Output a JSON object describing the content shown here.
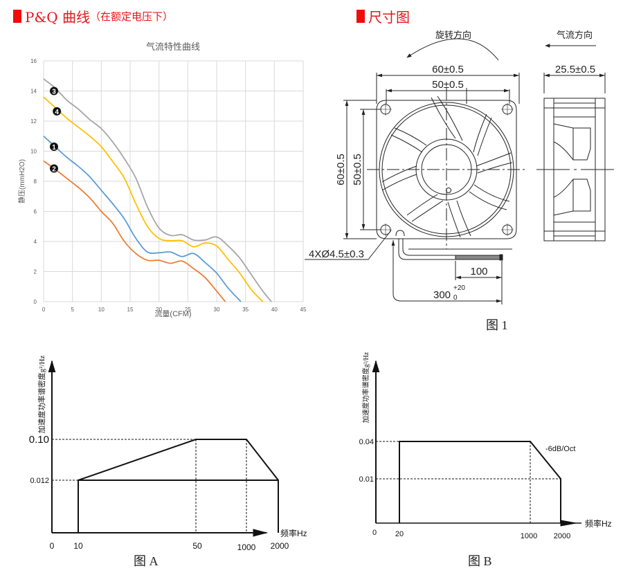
{
  "sections": {
    "pq": {
      "title": "P&Q 曲线",
      "subtitle": "（在额定电压下）"
    },
    "dimensions": {
      "title": "尺寸图"
    }
  },
  "colors": {
    "accent_red": "#f20b0b",
    "grid": "#d9d9d9",
    "line": "#222222"
  },
  "chart_data": [
    {
      "type": "line",
      "title": "气流特性曲线",
      "xlabel": "流量(CFM)",
      "ylabel": "静压(mmH2O)",
      "xlim": [
        0,
        45
      ],
      "ylim": [
        0,
        16
      ],
      "xticks": [
        0,
        5,
        10,
        15,
        20,
        25,
        30,
        35,
        40,
        45
      ],
      "yticks": [
        0,
        2,
        4,
        6,
        8,
        10,
        12,
        14,
        16
      ],
      "grid": true,
      "legend": "inline-markers",
      "series": [
        {
          "name": "1",
          "marker": "❶",
          "color": "#5b9bd5",
          "x": [
            0,
            2,
            4,
            6,
            8,
            10,
            12,
            14,
            16,
            18,
            20,
            22,
            24,
            26,
            28,
            30,
            32,
            34.2
          ],
          "y": [
            11.0,
            10.3,
            9.6,
            9.0,
            8.3,
            7.4,
            6.5,
            5.5,
            4.2,
            3.3,
            3.25,
            3.3,
            3.0,
            3.2,
            2.6,
            1.9,
            0.9,
            0
          ]
        },
        {
          "name": "2",
          "marker": "❷",
          "color": "#ed7d31",
          "x": [
            0,
            2,
            4,
            6,
            8,
            10,
            12,
            14,
            16,
            18,
            20,
            22,
            24,
            26,
            28,
            30,
            31.5
          ],
          "y": [
            9.35,
            8.8,
            8.2,
            7.6,
            6.9,
            6.0,
            5.2,
            4.0,
            3.2,
            2.75,
            2.75,
            2.55,
            2.7,
            2.2,
            1.6,
            0.7,
            0
          ]
        },
        {
          "name": "3",
          "marker": "❸",
          "color": "#a5a5a5",
          "x": [
            0,
            2,
            4,
            6,
            8,
            10,
            12,
            14,
            16,
            18,
            20,
            22,
            24,
            26,
            28,
            30,
            32,
            34,
            36,
            38,
            39.5
          ],
          "y": [
            14.8,
            14.2,
            13.4,
            12.8,
            12.1,
            11.5,
            10.6,
            9.5,
            8.2,
            6.3,
            4.9,
            4.4,
            4.45,
            4.1,
            4.1,
            4.3,
            3.7,
            2.9,
            1.8,
            0.7,
            0
          ]
        },
        {
          "name": "4",
          "marker": "❹",
          "color": "#ffc000",
          "x": [
            0,
            2,
            4,
            6,
            8,
            10,
            12,
            14,
            16,
            18,
            20,
            22,
            24,
            26,
            28,
            30,
            32,
            34,
            36,
            38
          ],
          "y": [
            13.6,
            12.9,
            12.2,
            11.6,
            11.0,
            10.3,
            9.3,
            8.2,
            6.5,
            5.0,
            4.2,
            4.05,
            4.05,
            3.65,
            3.9,
            3.7,
            2.8,
            1.9,
            0.8,
            0
          ]
        }
      ]
    },
    {
      "type": "line",
      "title": "图 A",
      "xlabel": "频率Hz",
      "ylabel": "加速度功率谱密度g²/Hz",
      "x_tick_labels": [
        "0",
        "10",
        "50",
        "1000",
        "2000"
      ],
      "y_tick_labels": [
        "0.10",
        "0.012"
      ],
      "series": [
        {
          "name": "profile",
          "x": [
            10,
            10,
            50,
            1000,
            2000,
            2000,
            10
          ],
          "y": [
            0,
            0.012,
            0.1,
            0.1,
            0.012,
            0,
            0
          ]
        }
      ],
      "baseline_y": 0.012
    },
    {
      "type": "line",
      "title": "图 B",
      "xlabel": "频率Hz",
      "ylabel": "加速度功率谱密度g²/Hz",
      "x_tick_labels": [
        "0",
        "20",
        "1000",
        "2000"
      ],
      "y_tick_labels": [
        "0.04",
        "0.01"
      ],
      "annotations": [
        "-6dB/Oct"
      ],
      "series": [
        {
          "name": "profile",
          "x": [
            20,
            20,
            1000,
            2000,
            2000
          ],
          "y": [
            0,
            0.04,
            0.04,
            0.01,
            0
          ]
        }
      ]
    }
  ],
  "dimension_drawing": {
    "rotation_label": "旋转方向",
    "airflow_label": "气流方向",
    "outer_width": "60±0.5",
    "hole_spacing": "50±0.5",
    "outer_height": "60±0.5",
    "hole_spacing_v": "50±0.5",
    "depth": "25.5±0.5",
    "holes": "4XØ4.5±0.3",
    "strip_length": "100",
    "lead_length": "300",
    "lead_tol_upper": "+20",
    "lead_tol_lower": "0",
    "caption": "图 1"
  },
  "figA": {
    "caption": "图 A"
  },
  "figB": {
    "caption": "图 B"
  }
}
